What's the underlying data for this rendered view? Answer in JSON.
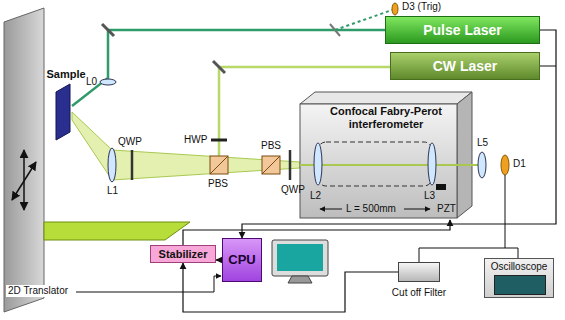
{
  "diagram": {
    "nodes": [
      {
        "text": [
          "Pulse Laser"
        ]
      },
      {
        "text": [
          "CW Laser"
        ]
      },
      {
        "text": [
          "Confocal Fabry-Perot interferometer"
        ]
      },
      {
        "text": [
          "Sample"
        ]
      },
      {
        "text": [
          "Stabilizer"
        ]
      },
      {
        "text": [
          "CPU"
        ]
      },
      {
        "text": [
          "Cut off Filter"
        ]
      },
      {
        "text": [
          "Oscilloscope"
        ]
      }
    ],
    "edges": [
      {
        "from": 0,
        "to": 5,
        "arrow": "to"
      },
      {
        "from": 4,
        "to": 2,
        "arrow": "to"
      },
      {
        "from": 5,
        "to": 4,
        "arrow": "to"
      },
      {
        "from": 6,
        "to": 4,
        "arrow": "to"
      }
    ],
    "labels": [
      "D3 (Trig)",
      "L0",
      "HWP",
      "QWP",
      "L1",
      "PBS",
      "PBS",
      "QWP",
      "L2",
      "L3",
      "L = 500mm",
      "PZT",
      "L5",
      "D1",
      "2D Translator"
    ]
  }
}
